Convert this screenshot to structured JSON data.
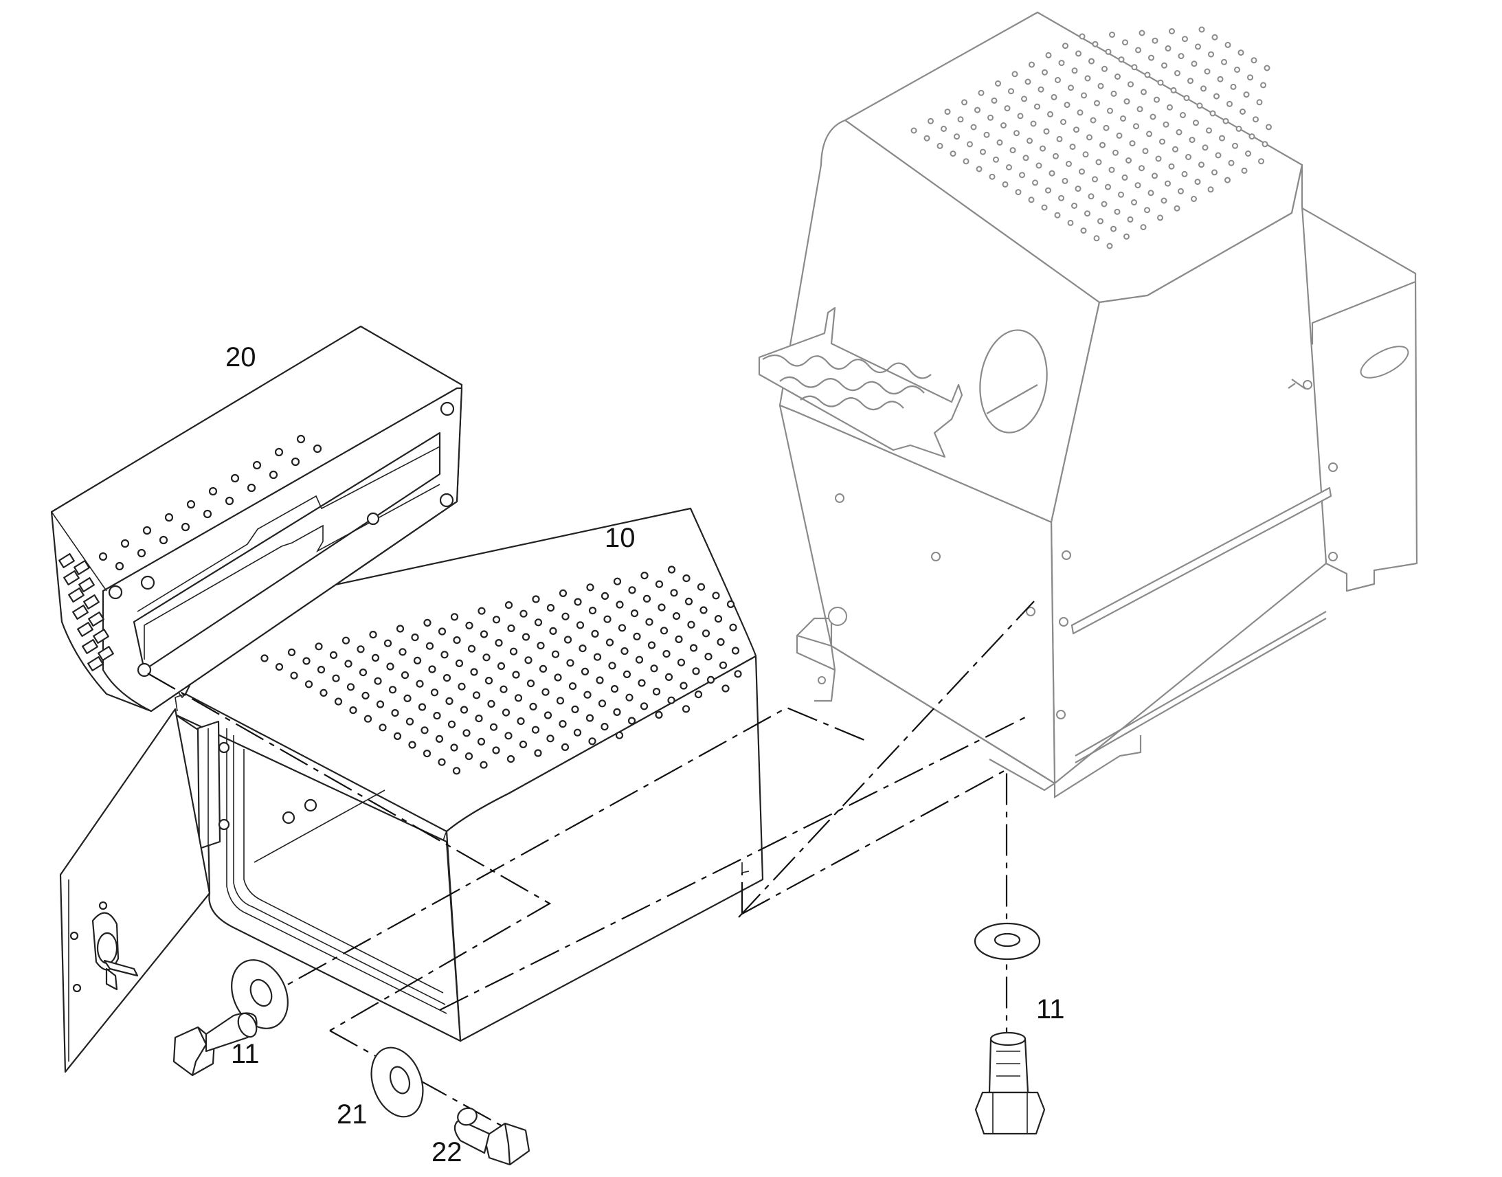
{
  "diagram": {
    "type": "exploded-parts-view",
    "line_color": "#222222",
    "ghost_color": "#8a8a8a",
    "background": "#ffffff",
    "callouts": [
      {
        "id": "label-20",
        "text": "20"
      },
      {
        "id": "label-10",
        "text": "10"
      },
      {
        "id": "label-11-left",
        "text": "11"
      },
      {
        "id": "label-11-right",
        "text": "11"
      },
      {
        "id": "label-21",
        "text": "21"
      },
      {
        "id": "label-22",
        "text": "22"
      }
    ],
    "parts": [
      {
        "ref": "10",
        "icon": "battery-box-housing-icon"
      },
      {
        "ref": "20",
        "icon": "battery-box-cover-icon"
      },
      {
        "ref": "11",
        "icon": "washer-icon"
      },
      {
        "ref": "11",
        "icon": "hex-bolt-icon"
      },
      {
        "ref": "21",
        "icon": "washer-icon"
      },
      {
        "ref": "22",
        "icon": "hex-bolt-icon"
      }
    ]
  }
}
